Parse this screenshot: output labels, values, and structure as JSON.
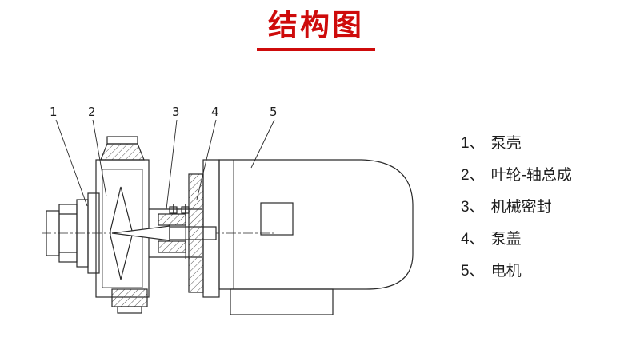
{
  "title": {
    "text": "结构图"
  },
  "callouts": [
    "1",
    "2",
    "3",
    "4",
    "5"
  ],
  "legend": {
    "items": [
      {
        "num": "1、",
        "label": "泵壳"
      },
      {
        "num": "2、",
        "label": "叶轮-轴总成"
      },
      {
        "num": "3、",
        "label": "机械密封"
      },
      {
        "num": "4、",
        "label": "泵盖"
      },
      {
        "num": "5、",
        "label": "电机"
      }
    ]
  },
  "colors": {
    "accent": "#ce0b0b",
    "line": "#2a2a2a"
  }
}
